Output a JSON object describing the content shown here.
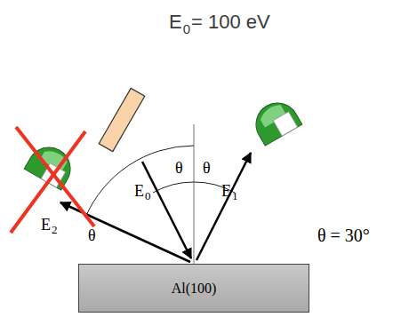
{
  "diagram": {
    "nodes": [
      {
        "text": [
          "Al(100)"
        ]
      }
    ],
    "labels": [
      "E",
      "0",
      "= 100 eV",
      "E",
      "0",
      "θ",
      "θ",
      "E",
      "1",
      "E",
      "2",
      "θ",
      "θ = 30°"
    ]
  }
}
